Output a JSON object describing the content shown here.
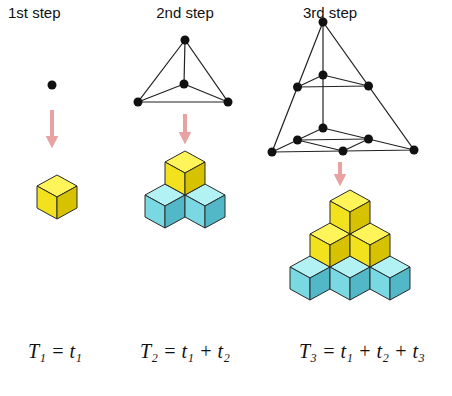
{
  "diagram": {
    "labels": [
      "1st step",
      "2nd step",
      "3rd step",
      "T₁ = t₁",
      "T₂ = t₁ + t₂",
      "T₃ = t₁ + t₂ + t₃"
    ]
  }
}
